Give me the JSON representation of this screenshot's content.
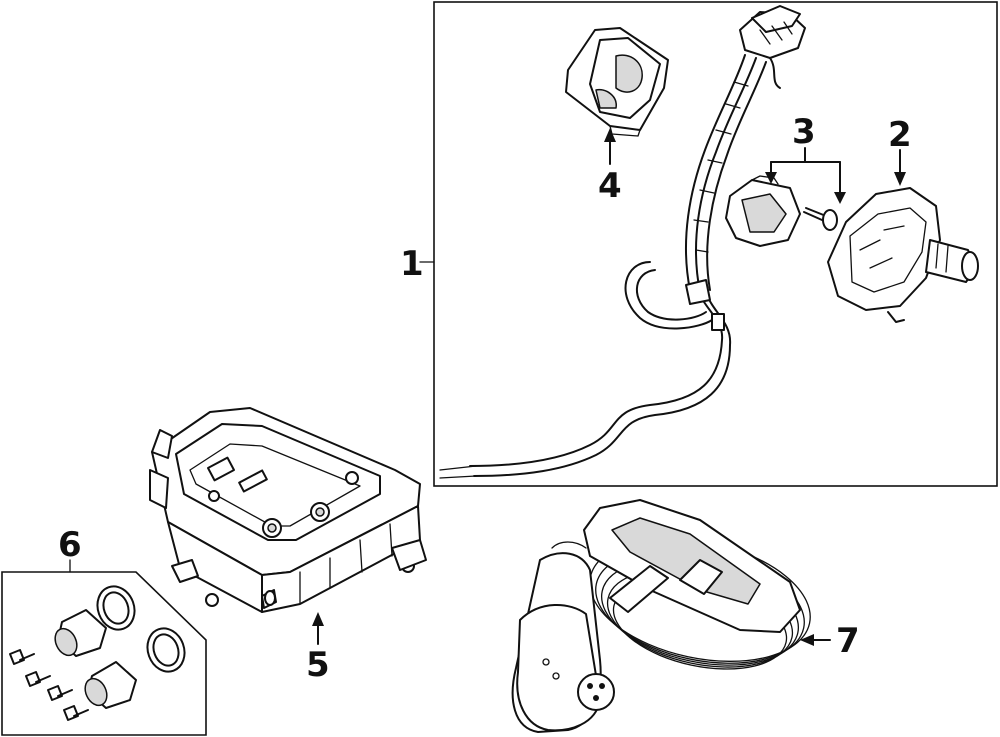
{
  "callouts": {
    "c1": "1",
    "c2": "2",
    "c3": "3",
    "c4": "4",
    "c5": "5",
    "c6": "6",
    "c7": "7"
  },
  "icons": {
    "part_1": "charge-port-harness-icon",
    "part_2": "charge-port-housing-icon",
    "part_3": "latch-and-bolt-icon",
    "part_4": "port-cover-icon",
    "part_5": "onboard-charger-module-icon",
    "part_6": "coolant-fittings-kit-icon",
    "part_7": "charging-cable-icon"
  }
}
